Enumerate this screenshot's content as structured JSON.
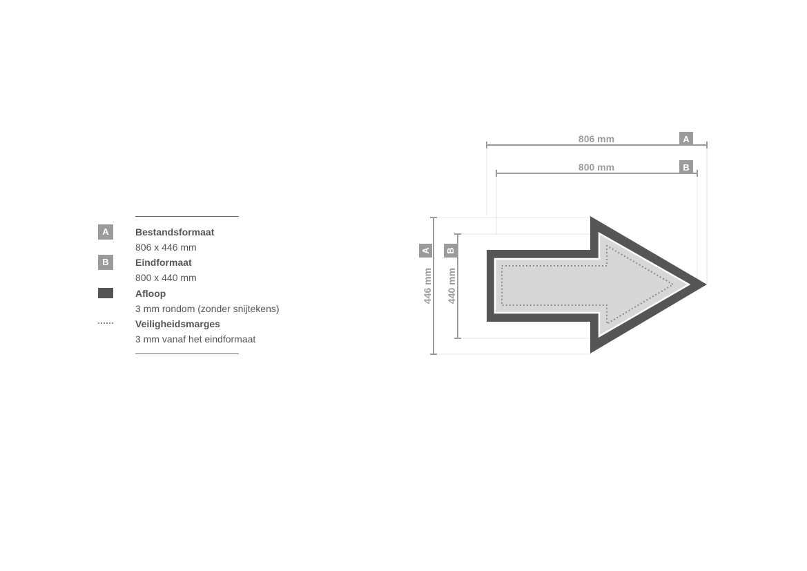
{
  "legend": {
    "items": [
      {
        "badge": "A",
        "title": "Bestandsformaat",
        "subtitle": "806 x 446 mm"
      },
      {
        "badge": "B",
        "title": "Eindformaat",
        "subtitle": "800 x 440 mm"
      },
      {
        "symbol": "filled-swatch",
        "title": "Afloop",
        "subtitle": "3 mm rondom (zonder snijtekens)"
      },
      {
        "symbol": "dotted-line",
        "title": "Veiligheidsmarges",
        "subtitle": "3 mm vanaf het eindformaat"
      }
    ]
  },
  "diagram": {
    "width_a": {
      "label": "806 mm",
      "badge": "A"
    },
    "width_b": {
      "label": "800 mm",
      "badge": "B"
    },
    "height_a": {
      "label": "446 mm",
      "badge": "A"
    },
    "height_b": {
      "label": "440 mm",
      "badge": "B"
    },
    "colors": {
      "bleed": "#555555",
      "fill": "#d7d7d7",
      "dimension": "#9b9b9b",
      "safety": "#8a8a8a"
    }
  }
}
